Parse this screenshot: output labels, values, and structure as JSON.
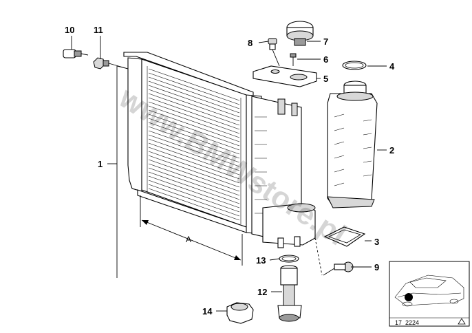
{
  "diagram": {
    "watermark": "www.BMWstore.pl",
    "dimension_label": "A",
    "diagram_code": "17_2224",
    "callouts": [
      {
        "id": "1",
        "label": "1"
      },
      {
        "id": "2",
        "label": "2"
      },
      {
        "id": "3",
        "label": "3"
      },
      {
        "id": "4",
        "label": "4"
      },
      {
        "id": "5",
        "label": "5"
      },
      {
        "id": "6",
        "label": "6"
      },
      {
        "id": "7",
        "label": "7"
      },
      {
        "id": "8",
        "label": "8"
      },
      {
        "id": "9",
        "label": "9"
      },
      {
        "id": "10",
        "label": "10"
      },
      {
        "id": "11",
        "label": "11"
      },
      {
        "id": "12",
        "label": "12"
      },
      {
        "id": "13",
        "label": "13"
      },
      {
        "id": "14",
        "label": "14"
      }
    ]
  }
}
